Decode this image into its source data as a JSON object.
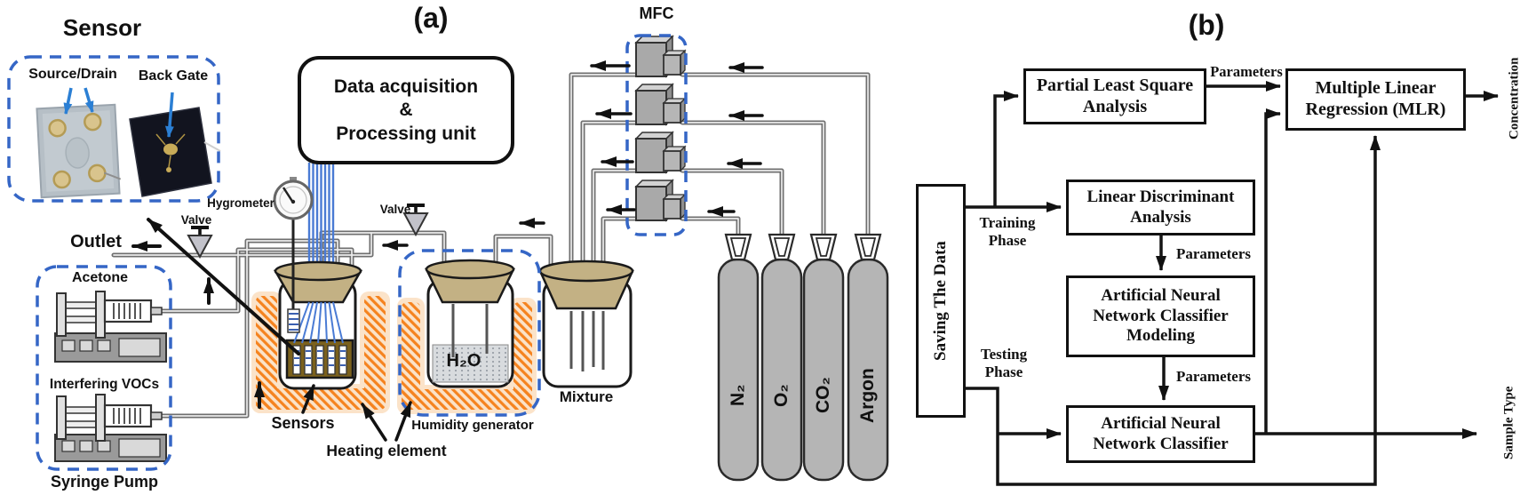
{
  "panel_a": {
    "label": "(a)",
    "sensor_inset": {
      "title": "Sensor",
      "source_drain": "Source/Drain",
      "back_gate": "Back Gate"
    },
    "daq": [
      "Data acquisition",
      "&",
      "Processing unit"
    ],
    "labels": {
      "hygrometer": "Hygrometer",
      "valve_left": "Valve",
      "valve_right": "Valve",
      "outlet": "Outlet",
      "acetone": "Acetone",
      "interfering_vocs": "Interfering VOCs",
      "syringe_pump": "Syringe Pump",
      "sensors": "Sensors",
      "heating_element": "Heating element",
      "humidity_generator": "Humidity generator",
      "h2o": "H₂O",
      "mixture": "Mixture",
      "mfc": "MFC"
    },
    "gas_cylinders": [
      "N₂",
      "O₂",
      "CO₂",
      "Argon"
    ]
  },
  "panel_b": {
    "label": "(b)",
    "boxes": {
      "saving": "Saving The Data",
      "pls": "Partial Least Square Analysis",
      "mlr": "Multiple Linear Regression (MLR)",
      "lda": "Linear Discriminant Analysis",
      "ann_modeling": "Artificial Neural Network Classifier Modeling",
      "ann_classifier": "Artificial Neural Network Classifier"
    },
    "edge_labels": {
      "parameters_pls": "Parameters",
      "parameters_lda": "Parameters",
      "parameters_ann": "Parameters",
      "training_phase": "Training Phase",
      "testing_phase": "Testing Phase"
    },
    "outputs": {
      "concentration": "Concentration",
      "sample_type": "Sample Type"
    }
  },
  "colors": {
    "accent_blue": "#3566c6",
    "heater_orange": "#f5831f",
    "wire_blue": "#4a7bd4",
    "photo_arrow_blue": "#2b7fd4",
    "lid_tan": "#c3b184",
    "sensor_block_brown": "#7b611d"
  }
}
